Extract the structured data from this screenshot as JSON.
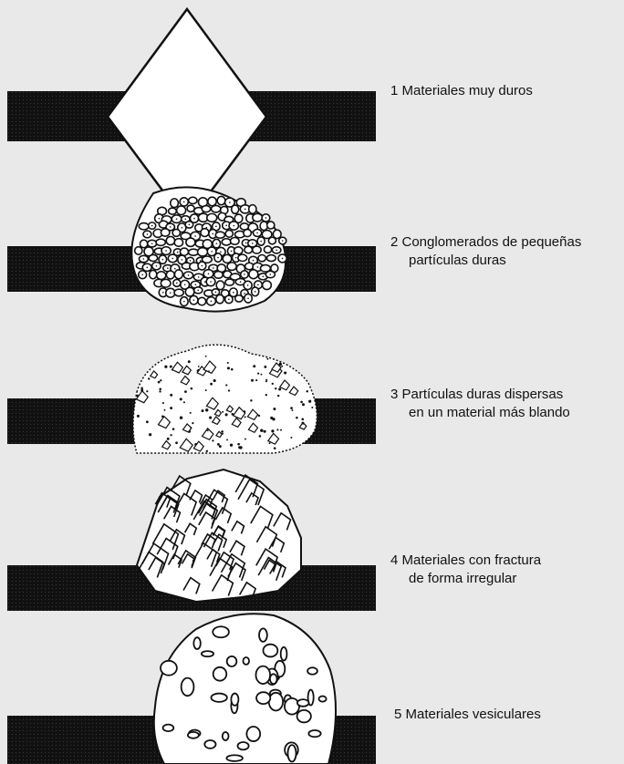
{
  "labels": {
    "item1": {
      "line1": "1 Materiales muy duros"
    },
    "item2": {
      "line1": "2 Conglomerados de pequeñas",
      "line2": "partículas duras"
    },
    "item3": {
      "line1": "3 Partículas duras dispersas",
      "line2": "en un material más blando"
    },
    "item4": {
      "line1": "4 Materiales con fractura",
      "line2": "de forma irregular"
    },
    "item5": {
      "line1": "5 Materiales vesiculares"
    }
  }
}
